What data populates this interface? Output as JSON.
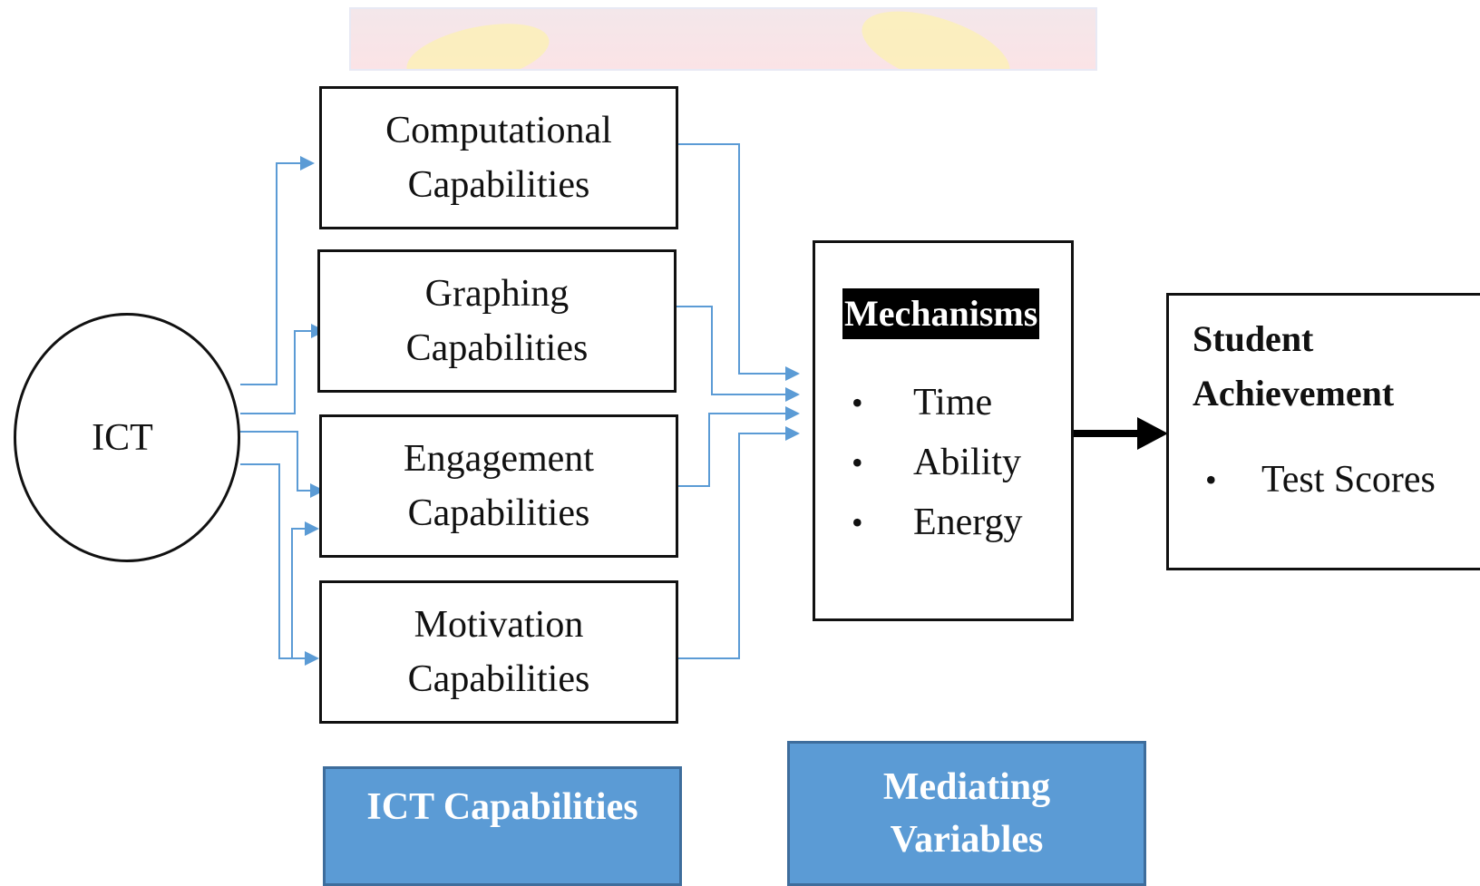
{
  "diagram": {
    "source_node": {
      "label": "ICT"
    },
    "capabilities": [
      {
        "line1": "Computational",
        "line2": "Capabilities"
      },
      {
        "line1": "Graphing",
        "line2": "Capabilities"
      },
      {
        "line1": "Engagement",
        "line2": "Capabilities"
      },
      {
        "line1": "Motivation",
        "line2": "Capabilities"
      }
    ],
    "mechanisms": {
      "title": "Mechanisms",
      "items": [
        "Time",
        "Ability",
        "Energy"
      ]
    },
    "outcome": {
      "title_line1": "Student",
      "title_line2": "Achievement",
      "items": [
        "Test Scores"
      ]
    },
    "group_labels": {
      "capabilities_group": "ICT Capabilities",
      "mediating_line1": "Mediating",
      "mediating_line2": "Variables"
    },
    "colors": {
      "connector_blue": "#5b9bd5",
      "label_fill": "#5b9bd5",
      "outline": "#111111"
    }
  }
}
